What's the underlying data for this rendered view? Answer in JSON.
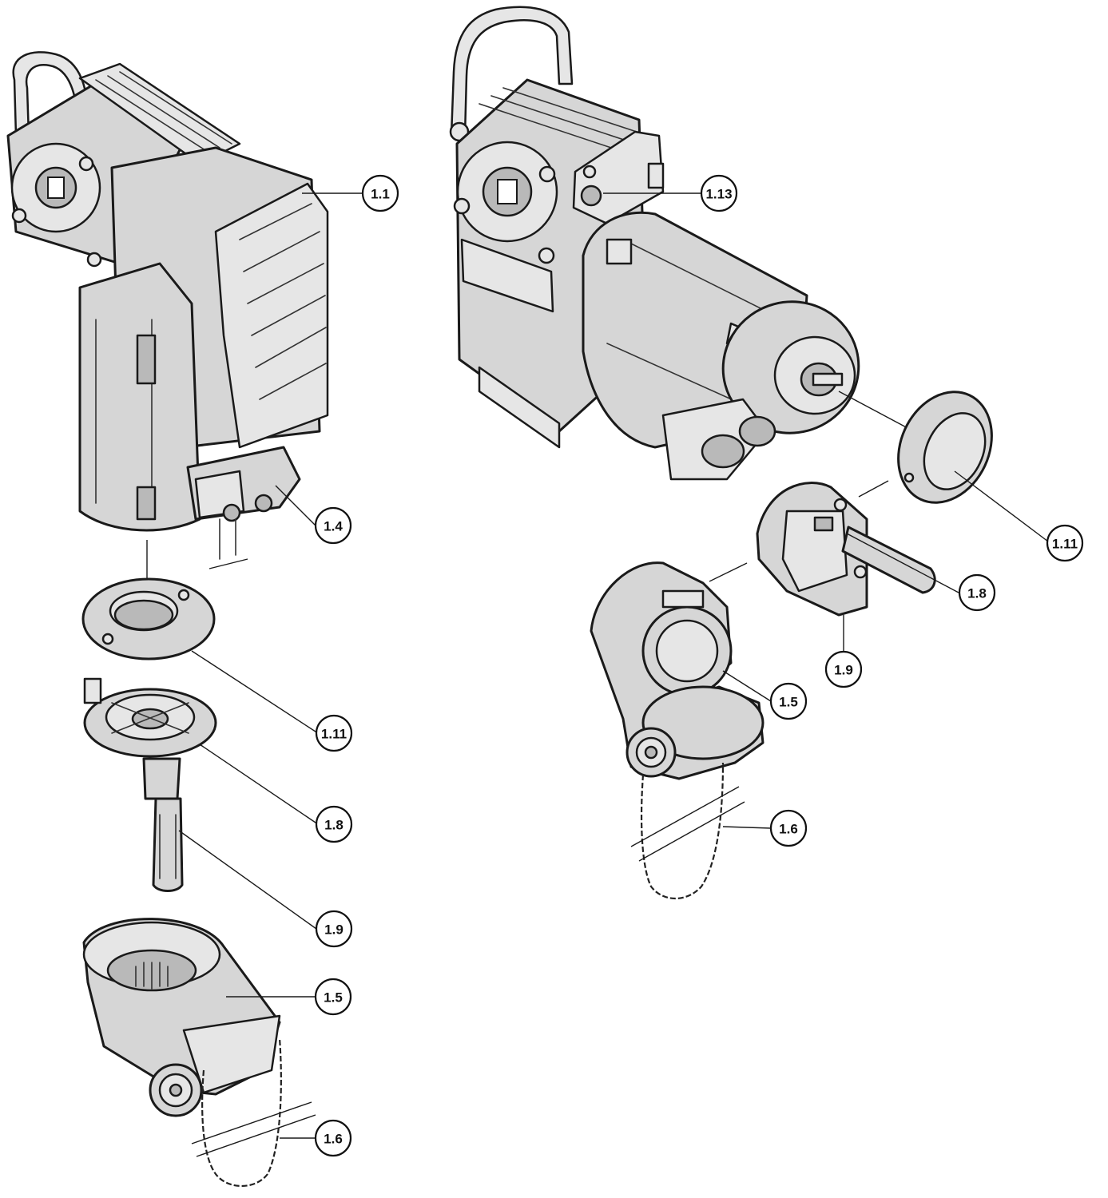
{
  "callouts": {
    "left": {
      "motor_unit": "1.1",
      "control_box": "1.4",
      "cover_cap": "1.11",
      "crank_plate": "1.8",
      "hand_crank": "1.9",
      "chain_housing": "1.5",
      "hand_chain": "1.6"
    },
    "right": {
      "limit_switch": "1.13",
      "cover_cap": "1.11",
      "crank_plate": "1.8",
      "hand_crank": "1.9",
      "chain_housing": "1.5",
      "hand_chain": "1.6"
    }
  },
  "colors": {
    "body_fill": "#d6d6d6",
    "line": "#1a1a1a",
    "badge_fill": "#ffffff"
  }
}
